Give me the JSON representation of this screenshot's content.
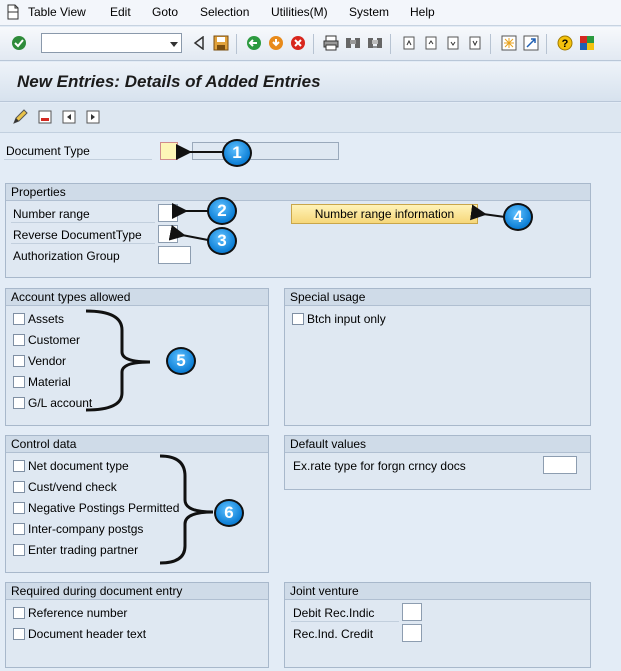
{
  "menu": {
    "items": [
      "Table View",
      "Edit",
      "Goto",
      "Selection",
      "Utilities(M)",
      "System",
      "Help"
    ]
  },
  "toolbar": {
    "command_value": ""
  },
  "title": "New Entries: Details of Added Entries",
  "header": {
    "doc_type_label": "Document Type",
    "doc_type_value": "",
    "doc_type_desc": ""
  },
  "properties": {
    "title": "Properties",
    "number_range_label": "Number range",
    "reverse_doc_type_label": "Reverse DocumentType",
    "auth_group_label": "Authorization Group",
    "nr_info_button": "Number range information"
  },
  "account_types": {
    "title": "Account types allowed",
    "items": [
      "Assets",
      "Customer",
      "Vendor",
      "Material",
      "G/L account"
    ]
  },
  "special_usage": {
    "title": "Special usage",
    "items": [
      "Btch input only"
    ]
  },
  "control_data": {
    "title": "Control data",
    "items": [
      "Net document type",
      "Cust/vend check",
      "Negative Postings Permitted",
      "Inter-company postgs",
      "Enter trading partner"
    ]
  },
  "default_values": {
    "title": "Default values",
    "ex_rate_label": "Ex.rate type for forgn crncy docs"
  },
  "required_entry": {
    "title": "Required during document entry",
    "items": [
      "Reference number",
      "Document header text"
    ]
  },
  "joint_venture": {
    "title": "Joint venture",
    "debit_label": "Debit Rec.Indic",
    "credit_label": "Rec.Ind. Credit"
  },
  "callouts": [
    "1",
    "2",
    "3",
    "4",
    "5",
    "6"
  ]
}
